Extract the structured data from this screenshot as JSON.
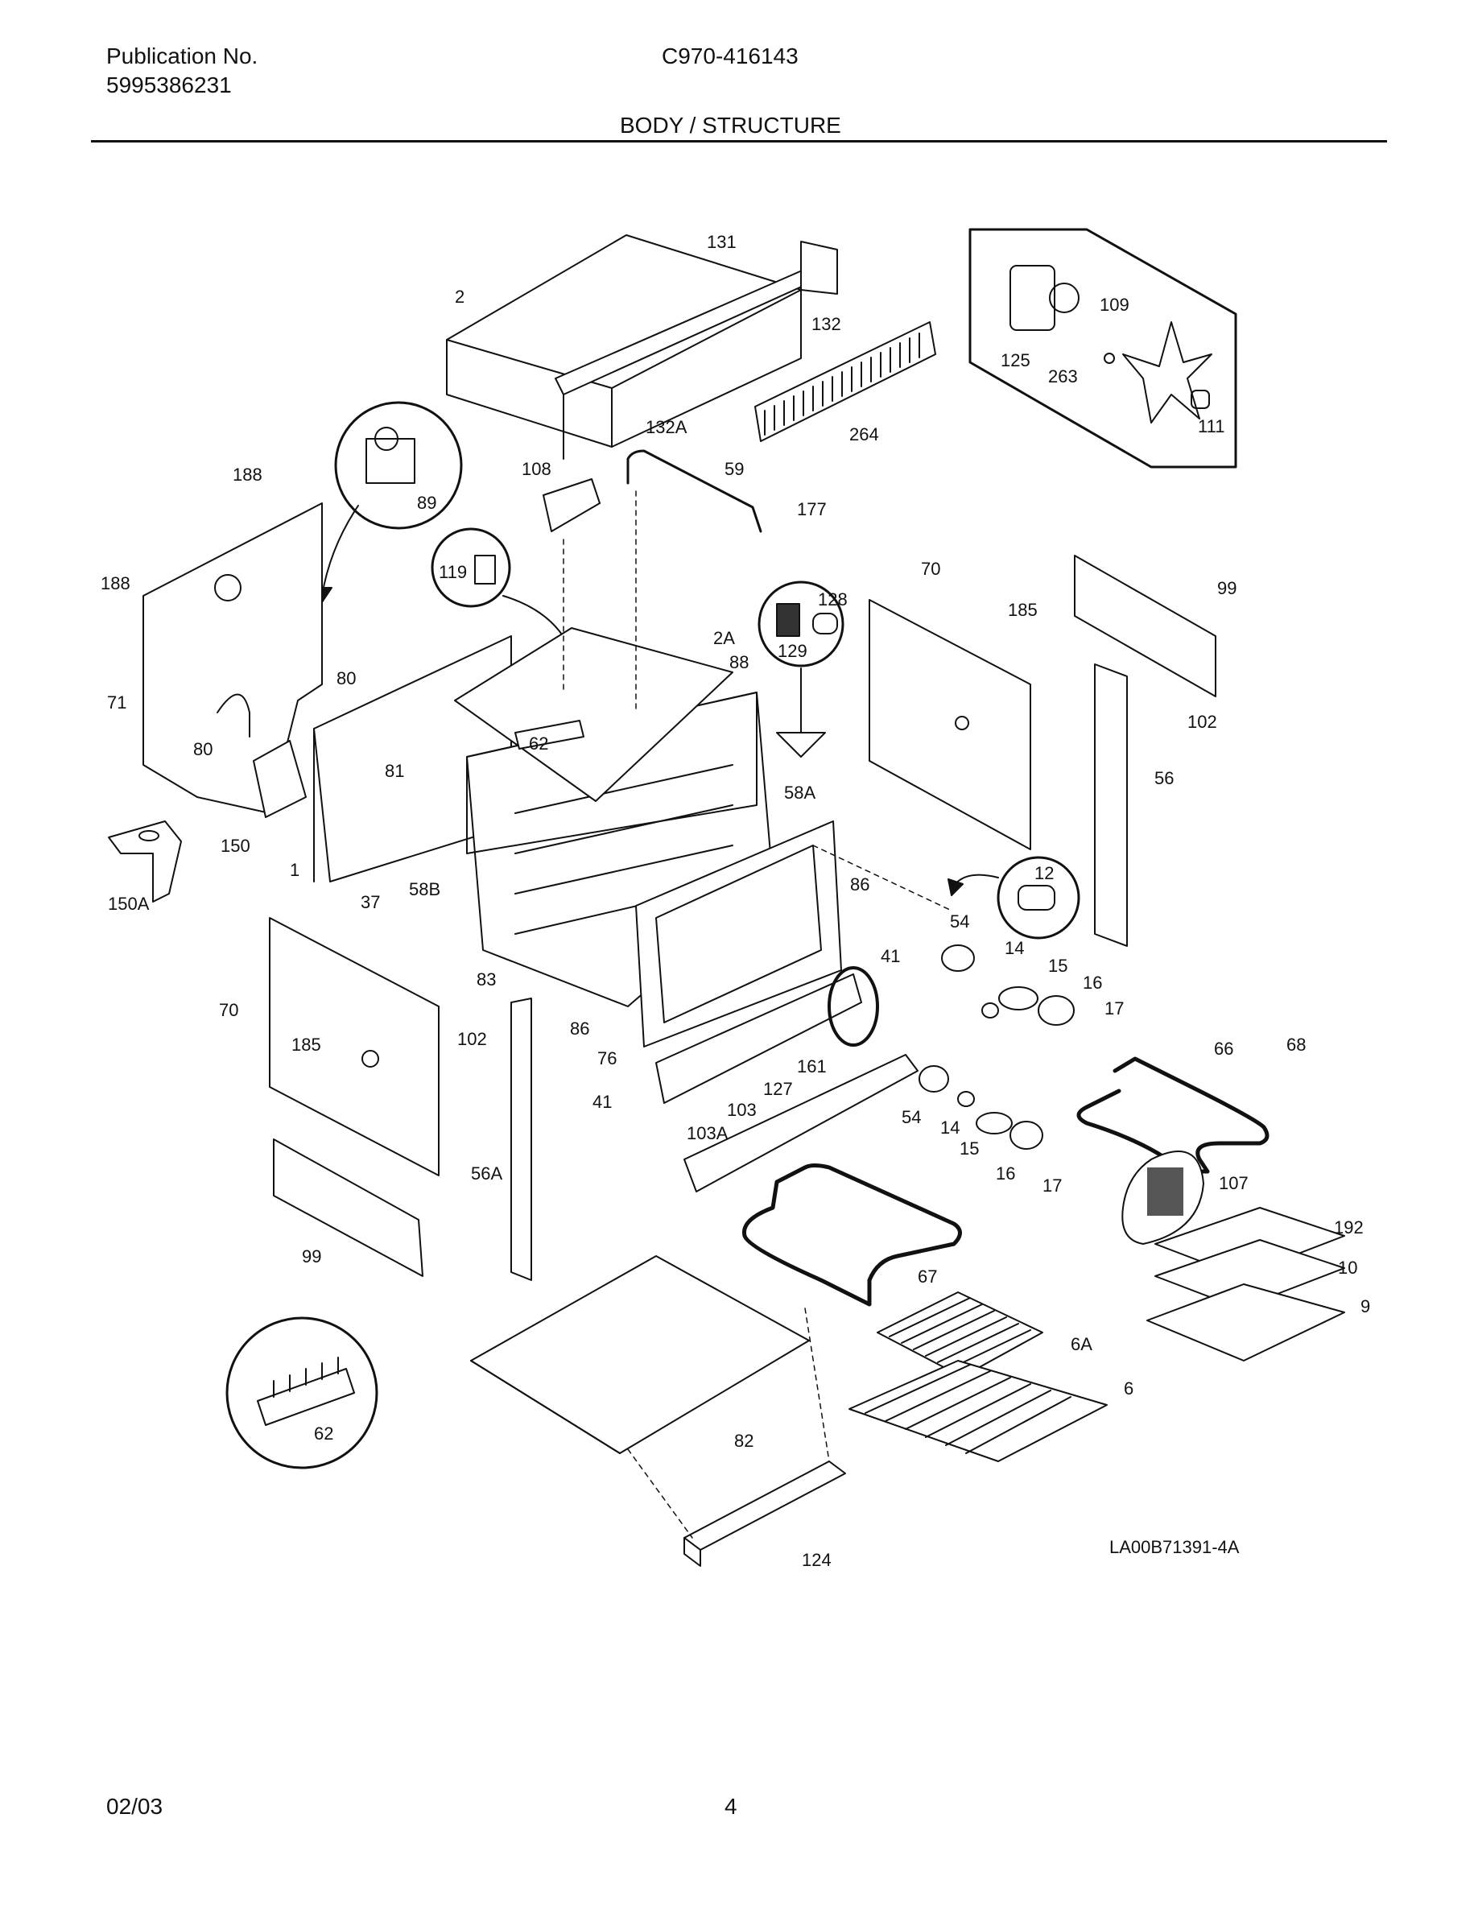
{
  "header": {
    "publication_label": "Publication No.",
    "publication_number": "5995386231",
    "model": "C970-416143",
    "section_title": "BODY / STRUCTURE"
  },
  "diagram": {
    "drawing_id": "LA00B71391-4A",
    "callouts": [
      "131",
      "2",
      "132",
      "132A",
      "264",
      "109",
      "125",
      "263",
      "111",
      "188",
      "89",
      "108",
      "59",
      "177",
      "188",
      "119",
      "128",
      "129",
      "70",
      "185",
      "99",
      "71",
      "80",
      "2A",
      "88",
      "80",
      "62",
      "81",
      "58A",
      "102",
      "56",
      "150",
      "1",
      "58B",
      "37",
      "150A",
      "86",
      "12",
      "54",
      "41",
      "14",
      "15",
      "16",
      "17",
      "83",
      "86",
      "70",
      "185",
      "102",
      "76",
      "161",
      "66",
      "68",
      "41",
      "127",
      "103",
      "54",
      "14",
      "15",
      "16",
      "17",
      "107",
      "103A",
      "56A",
      "192",
      "10",
      "9",
      "99",
      "67",
      "6A",
      "6",
      "62",
      "82",
      "124"
    ]
  },
  "footer": {
    "date": "02/03",
    "page": "4"
  }
}
